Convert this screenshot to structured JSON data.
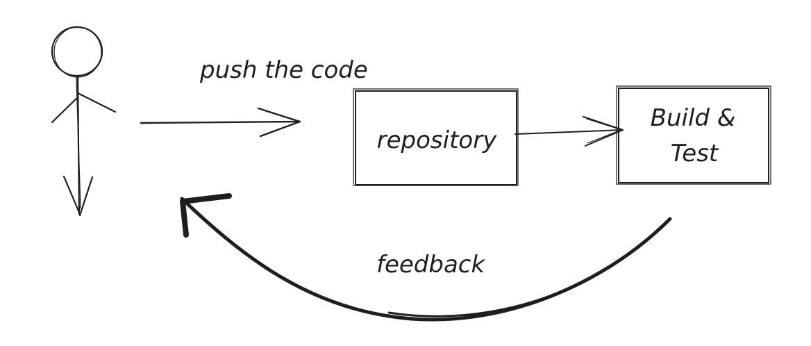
{
  "labels": {
    "push": "push the code",
    "repository": "repository",
    "build_line1": "Build &",
    "build_line2": "Test",
    "feedback": "feedback"
  },
  "colors": {
    "ink": "#1e1e1e",
    "background": "#ffffff"
  }
}
